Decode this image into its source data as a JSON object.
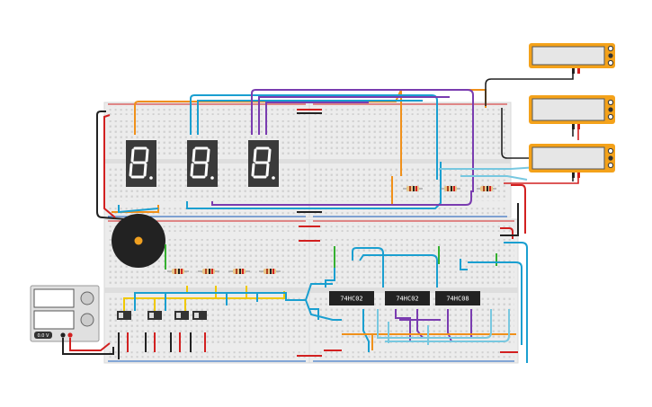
{
  "circuit": {
    "chips": [
      {
        "label": "74HC02"
      },
      {
        "label": "74HC02"
      },
      {
        "label": "74HC08"
      }
    ],
    "power_supply": {
      "label": "0.0 V"
    }
  },
  "colors": {
    "orange": "#f0901a",
    "blue": "#1a9fd0",
    "purple": "#7a3cb0",
    "black": "#222222",
    "red": "#d22020",
    "yellow": "#f0c800",
    "green": "#35b030",
    "light_blue": "#78c8e0",
    "display_body": "#3a3a3a",
    "segment_on": "#ffffff",
    "multimeter_body": "#f4a21a"
  }
}
